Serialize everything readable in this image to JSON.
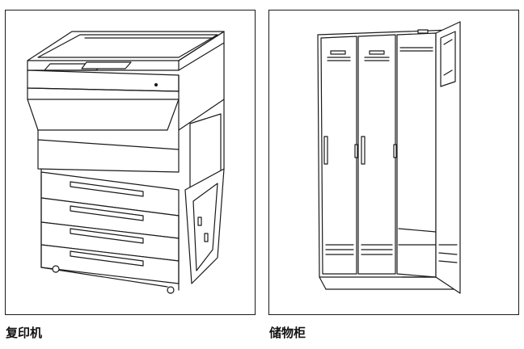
{
  "figures": [
    {
      "caption": "复印机",
      "icon": "photocopier-illustration"
    },
    {
      "caption": "储物柜",
      "icon": "storage-locker-illustration"
    }
  ],
  "colors": {
    "line": "#1a1a1a",
    "background": "#ffffff"
  }
}
